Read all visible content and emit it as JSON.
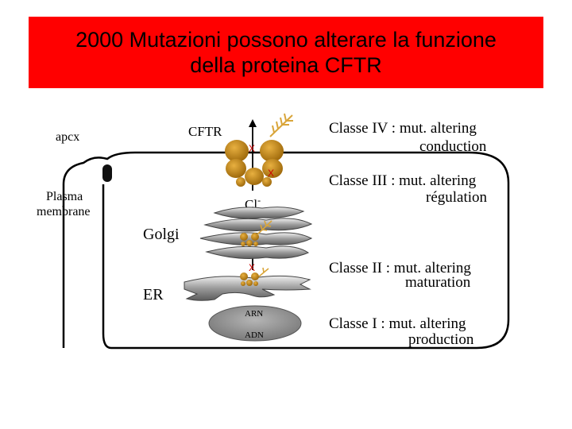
{
  "title": {
    "line1": "2000 Mutazioni possono alterare la funzione",
    "line2": "della proteina CFTR"
  },
  "cell_labels": {
    "apex": "apcx",
    "plasma_line1": "Plasma",
    "plasma_line2": "membrane",
    "cftr": "CFTR",
    "chloride": "Cl",
    "chloride_sup": "-",
    "golgi": "Golgi",
    "er": "ER",
    "arn": "ARN",
    "adn": "ADN"
  },
  "classes": [
    {
      "line1": "Classe IV : mut. altering",
      "line2": "conduction"
    },
    {
      "line1": "Classe III : mut. altering",
      "line2": "régulation"
    },
    {
      "line1": "Classe II : mut. altering",
      "line2": "maturation"
    },
    {
      "line1": "Classe I : mut. altering",
      "line2": "production"
    }
  ],
  "mutation_mark": "X",
  "colors": {
    "title_bg": "#ff0000",
    "protein": "#c98a12",
    "mutation": "#cc0000",
    "organelle": "#8a8a8a"
  }
}
